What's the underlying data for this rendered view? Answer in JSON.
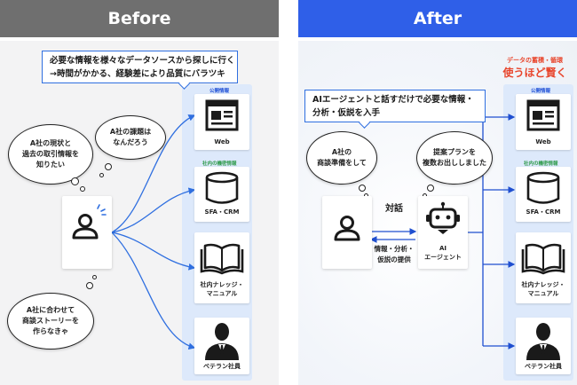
{
  "before": {
    "banner": "Before",
    "callout_lines": [
      "必要な情報を様々なデータソースから探しに行く",
      "→時間がかかる、経験差により品質にバラツキ"
    ],
    "thought1_lines": [
      "A社の現状と",
      "過去の取引情報を",
      "知りたい"
    ],
    "thought2_lines": [
      "A社の課題は",
      "なんだろう"
    ],
    "thought3_lines": [
      "A社に合わせて",
      "商談ストーリーを",
      "作らなきゃ"
    ]
  },
  "after": {
    "banner": "After",
    "top_note_small": "データの蓄積・循環",
    "top_note_big": "使うほど賢く",
    "callout_lines": [
      "AIエージェントと話すだけで必要な情報・",
      "分析・仮説を入手"
    ],
    "thought_user_lines": [
      "A社の",
      "商談準備をして"
    ],
    "thought_ai_lines": [
      "提案プランを",
      "複数お出ししました"
    ],
    "dialog_label": "対話",
    "provide_lines": [
      "情報・分析・",
      "仮説の提供"
    ],
    "ai_label_lines": [
      "AI",
      "エージェント"
    ]
  },
  "sources": {
    "public_label": "公開情報",
    "internal_label": "社内の機密情報",
    "web": "Web",
    "crm": "SFA・CRM",
    "knowledge_lines": [
      "社内ナレッジ・",
      "マニュアル"
    ],
    "veteran": "ベテラン社員"
  },
  "colors": {
    "before_banner": "#6f6f6f",
    "after_banner": "#2f5fe8",
    "accent_blue": "#2f6fe0",
    "highlight_red": "#e8452c",
    "column_bg": "#dde9fb",
    "icon_dark": "#1a1a1a"
  }
}
